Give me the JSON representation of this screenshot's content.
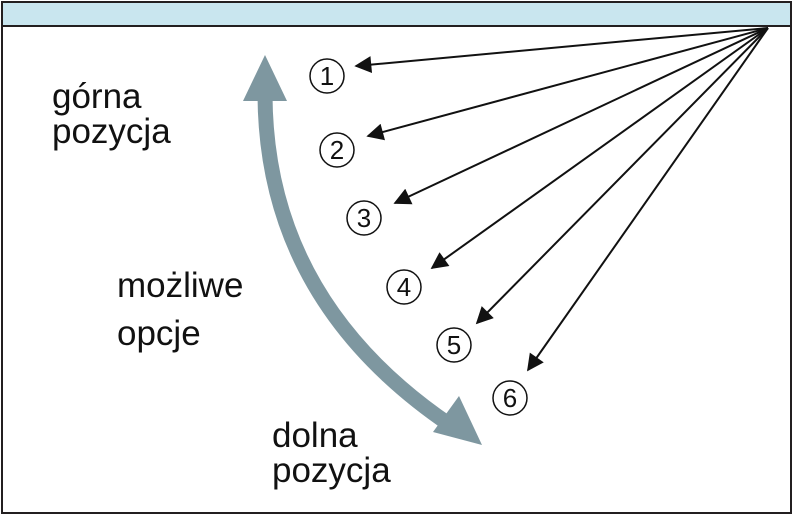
{
  "labels": {
    "top_line1": "górna",
    "top_line2": "pozycja",
    "middle_line1": "możliwe",
    "middle_line2": "opcje",
    "bottom_line1": "dolna",
    "bottom_line2": "pozycja"
  },
  "positions": [
    "1",
    "2",
    "3",
    "4",
    "5",
    "6"
  ],
  "colors": {
    "frame": "#231f20",
    "top_bar": "#c9e6ef",
    "curved_arrow": "#7e97a0",
    "arrows": "#111111"
  }
}
